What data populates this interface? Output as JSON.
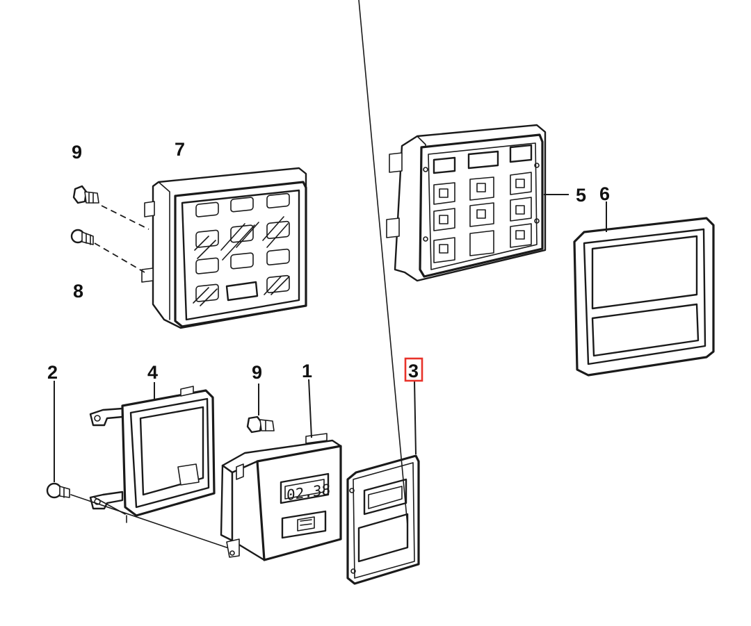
{
  "callouts": {
    "part_1": "1",
    "part_2": "2",
    "part_3": "3",
    "part_4": "4",
    "part_5": "5",
    "part_6": "6",
    "part_7": "7",
    "part_8": "8",
    "part_9_top": "9",
    "part_9_bottom": "9"
  },
  "clock_display": "02.38",
  "highlight_color": "#e8322a"
}
